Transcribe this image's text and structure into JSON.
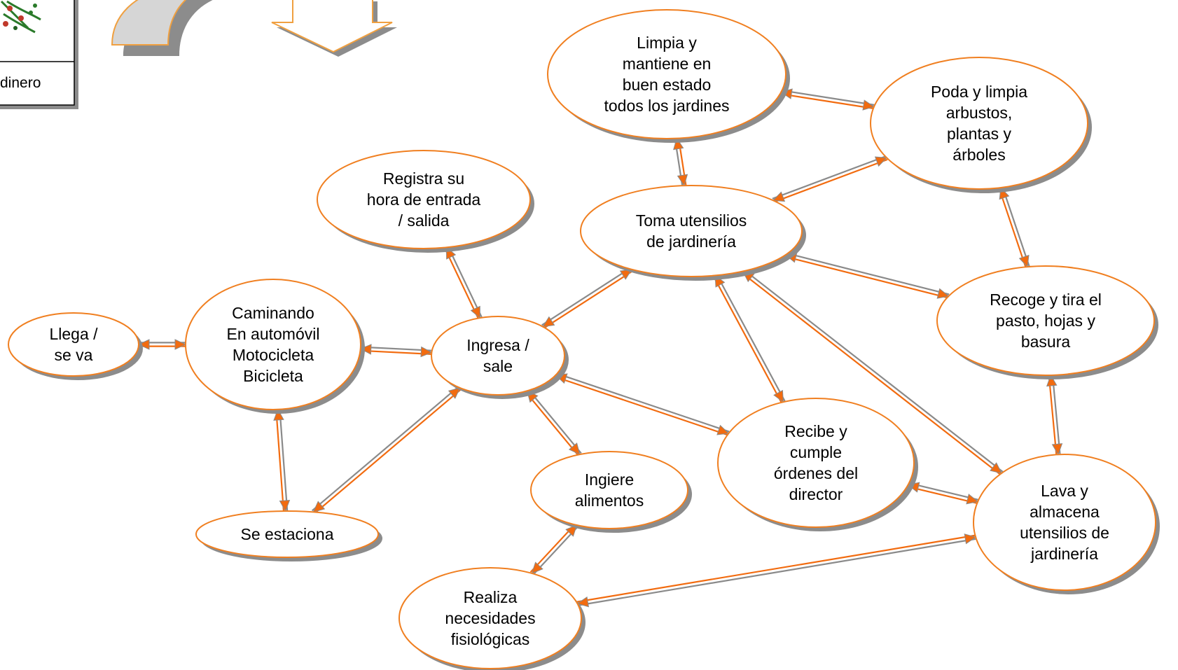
{
  "colors": {
    "node_stroke": "#f07f20",
    "node_fill": "#ffffff",
    "shadow": "#8c8c8c",
    "arrow_orange": "#f26b0f",
    "arrow_grey": "#8a8a8a",
    "box_fill": "#fff6dc"
  },
  "actor": {
    "label": "dinero",
    "icon": "plant-icon"
  },
  "nodes": {
    "llega": [
      "Llega /",
      "se va"
    ],
    "caminando": [
      "Caminando",
      "En automóvil",
      "Motocicleta",
      "Bicicleta"
    ],
    "estaciona": [
      "Se estaciona"
    ],
    "registra": [
      "Registra su",
      "hora de entrada",
      "/ salida"
    ],
    "ingresa": [
      "Ingresa /",
      "sale"
    ],
    "ingiere": [
      "Ingiere",
      "alimentos"
    ],
    "realiza": [
      "Realiza",
      "necesidades",
      "fisiológicas"
    ],
    "toma": [
      "Toma utensilios",
      "de jardinería"
    ],
    "limpia": [
      "Limpia y",
      "mantiene en",
      "buen estado",
      "todos los jardines"
    ],
    "poda": [
      "Poda y limpia",
      "arbustos,",
      "plantas y",
      "árboles"
    ],
    "recoge": [
      "Recoge y tira el",
      "pasto, hojas y",
      "basura"
    ],
    "recibe": [
      "Recibe y",
      "cumple",
      "órdenes del",
      "director"
    ],
    "lava": [
      "Lava y",
      "almacena",
      "utensilios de",
      "jardinería"
    ]
  },
  "connections": [
    [
      "llega",
      "caminando"
    ],
    [
      "caminando",
      "ingresa"
    ],
    [
      "caminando",
      "estaciona"
    ],
    [
      "estaciona",
      "ingresa"
    ],
    [
      "registra",
      "ingresa"
    ],
    [
      "ingresa",
      "toma"
    ],
    [
      "ingresa",
      "ingiere"
    ],
    [
      "ingresa",
      "recibe"
    ],
    [
      "ingiere",
      "realiza"
    ],
    [
      "toma",
      "limpia"
    ],
    [
      "toma",
      "poda"
    ],
    [
      "toma",
      "recoge"
    ],
    [
      "toma",
      "recibe"
    ],
    [
      "toma",
      "lava"
    ],
    [
      "limpia",
      "poda"
    ],
    [
      "poda",
      "recoge"
    ],
    [
      "recoge",
      "lava"
    ],
    [
      "recibe",
      "lava"
    ],
    [
      "lava",
      "realiza"
    ]
  ]
}
